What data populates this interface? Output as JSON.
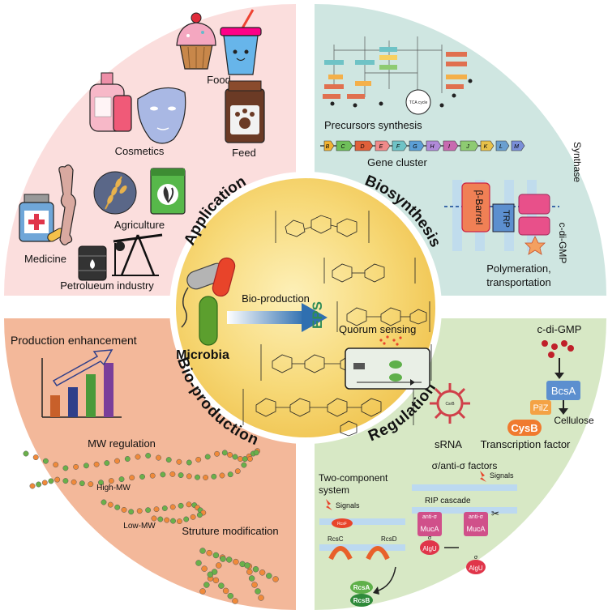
{
  "sections": {
    "application": {
      "title": "Application",
      "items": {
        "food": "Food",
        "feed": "Feed",
        "cosmetics": "Cosmetics",
        "agriculture": "Agriculture",
        "medicine": "Medicine",
        "petroleum": "Petrolueum industry"
      }
    },
    "biosynthesis": {
      "title": "Biosynthesis",
      "precursors": "Precursors synthesis",
      "tca": "TCA cycle",
      "gene_cluster": "Gene cluster",
      "genes": [
        "B",
        "C",
        "D",
        "E",
        "F",
        "G",
        "H",
        "I",
        "J",
        "K",
        "L",
        "M"
      ],
      "synthase": "Synthase",
      "beta_barrel": "β-Barrel",
      "trp": "TRP",
      "cdigmp": "c-di-GMP",
      "polymeration": "Polymeration,",
      "transportation": "transportation"
    },
    "bioproduction": {
      "title": "Bio-production",
      "production_enhancement": "Production enhancement",
      "mw_regulation": "MW regulation",
      "high_mw": "High-MW",
      "low_mw": "Low-MW",
      "structure_modification": "Struture modification"
    },
    "regulation": {
      "title": "Regulation",
      "quorum_sensing": "Quorum sensing",
      "cdigmp": "c-di-GMP",
      "bcsa": "BcsA",
      "pilz": "PilZ",
      "cellulose": "Cellulose",
      "srna": "sRNA",
      "csrb": "CsrB",
      "cysb": "CysB",
      "transcription_factor": "Transcription factor",
      "two_component_l1": "Two-component",
      "two_component_l2": "system",
      "signals": "Signals",
      "rcsf": "RcsF",
      "rcsc": "RcsC",
      "rcsd": "RcsD",
      "rcsa": "RcsA",
      "rcsb": "RcsB",
      "sigma_factors": "σ/anti-σ factors",
      "rip_cascade": "RIP cascade",
      "anti_sigma": "anti-σ",
      "muca": "MucA",
      "algu": "AlgU",
      "sigma": "σ"
    },
    "center": {
      "microbia": "Microbia",
      "bioproduction_arrow": "Bio-production",
      "eps": "EPS"
    }
  },
  "colors": {
    "application_bg": "#fbdedd",
    "biosynthesis_bg": "#cfe6e1",
    "bioproduction_bg": "#f3b89a",
    "regulation_bg": "#d7e8c5",
    "center_bg": "#f4cf63",
    "eps_text": "#2e8b57"
  }
}
